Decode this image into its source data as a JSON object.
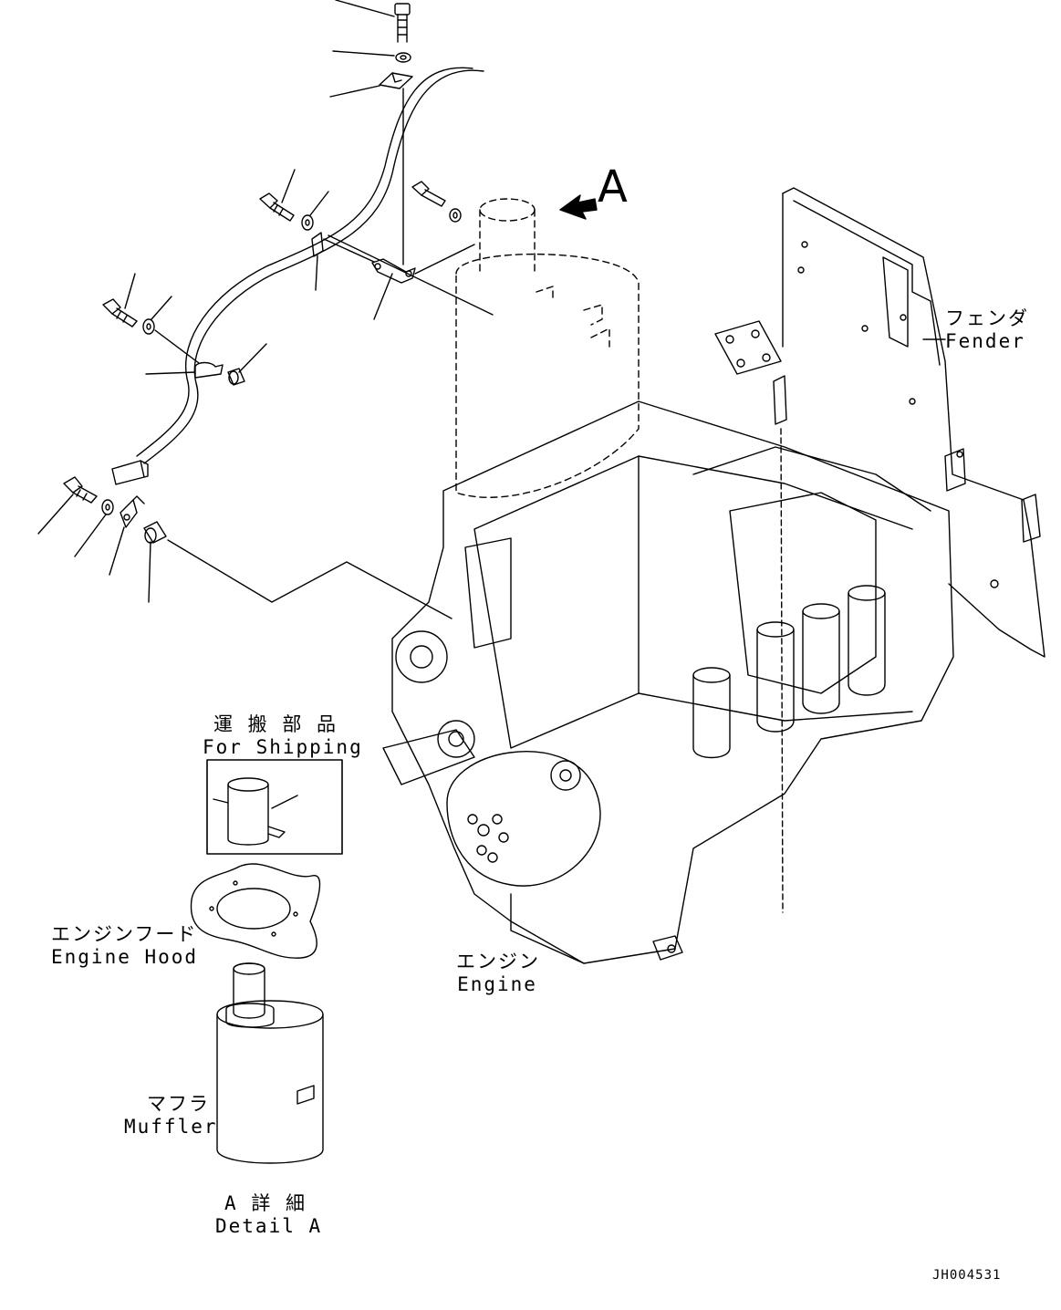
{
  "labels": {
    "callout": "A",
    "fender": {
      "jp": "フェンダ",
      "en": "Fender"
    },
    "shipping": {
      "jp": "運 搬 部 品",
      "en": "For Shipping"
    },
    "engine_hood": {
      "jp": "エンジンフード",
      "en": "Engine Hood"
    },
    "engine": {
      "jp": "エンジン",
      "en": "Engine"
    },
    "muffler": {
      "jp": "マフラ",
      "en": "Muffler"
    },
    "detail": {
      "jp": "A 詳 細",
      "en": "Detail A"
    },
    "drawing_number": "JH004531"
  }
}
